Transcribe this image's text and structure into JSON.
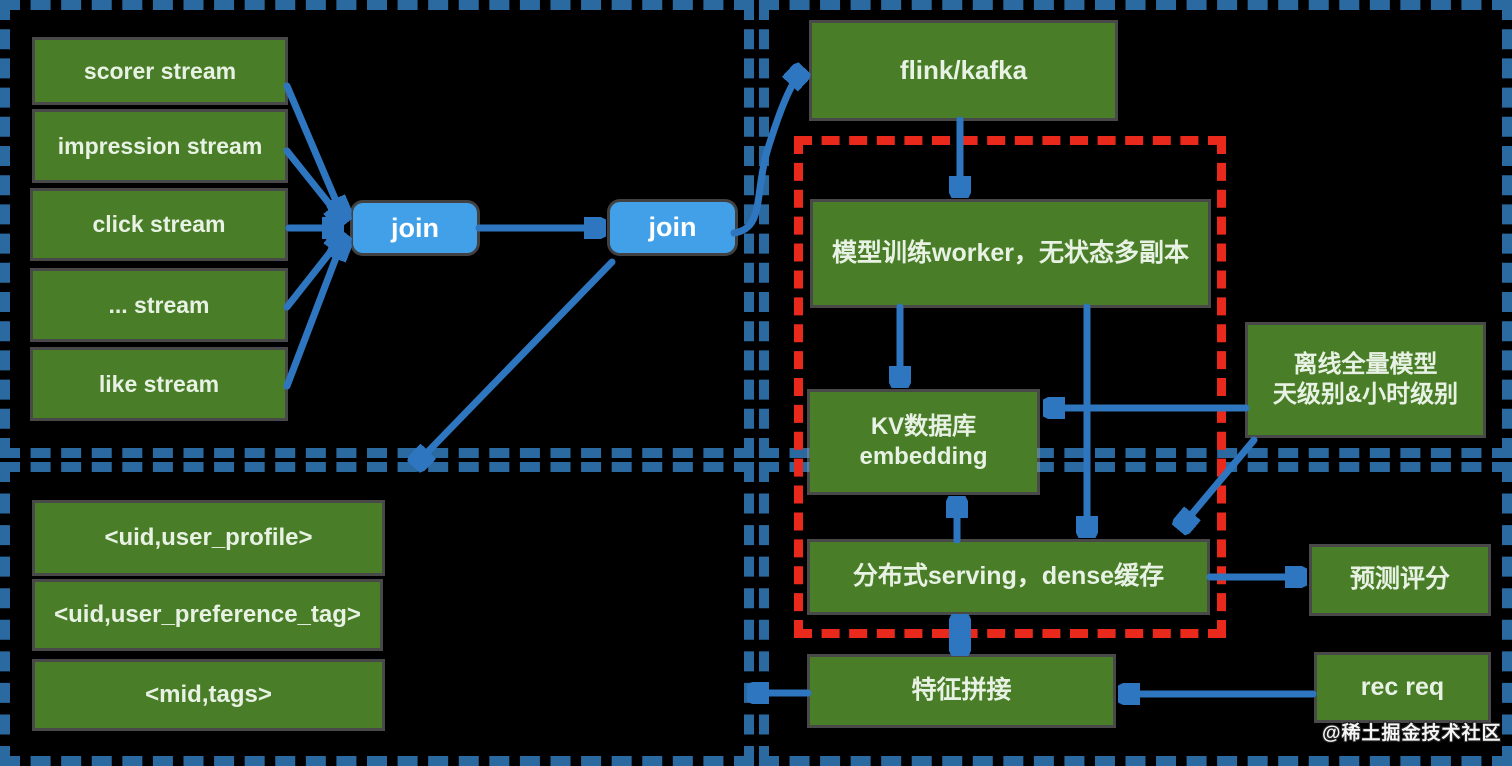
{
  "diagram": {
    "streams": [
      "scorer stream",
      "impression stream",
      "click stream",
      "... stream",
      "like stream"
    ],
    "joins": {
      "join1": "join",
      "join2": "join"
    },
    "pipeline": {
      "flink_kafka": "flink/kafka",
      "trainer": "模型训练worker，无状态多副本",
      "kv_line1": "KV数据库",
      "kv_line2": "embedding",
      "serving": "分布式serving，dense缓存",
      "offline_line1": "离线全量模型",
      "offline_line2": "天级别&小时级别",
      "predict": "预测评分",
      "feature_join": "特征拼接",
      "rec_req": "rec req"
    },
    "kv_tables": [
      "<uid,user_profile>",
      "<uid,user_preference_tag>",
      "<mid,tags>"
    ],
    "watermark": "@稀土掘金技术社区"
  },
  "colors": {
    "background": "#000000",
    "node_green": "#4a7d27",
    "node_blue": "#42a0e8",
    "arrow_blue": "#2e77c0",
    "panel_dash_blue": "#2b6aa0",
    "training_dash_red": "#ea291d"
  }
}
